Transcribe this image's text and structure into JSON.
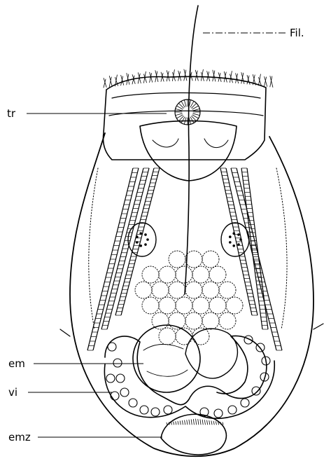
{
  "labels": {
    "fil": "Fil.",
    "tr": "tr",
    "em": "em",
    "vi": "vi",
    "emz": "emz"
  }
}
